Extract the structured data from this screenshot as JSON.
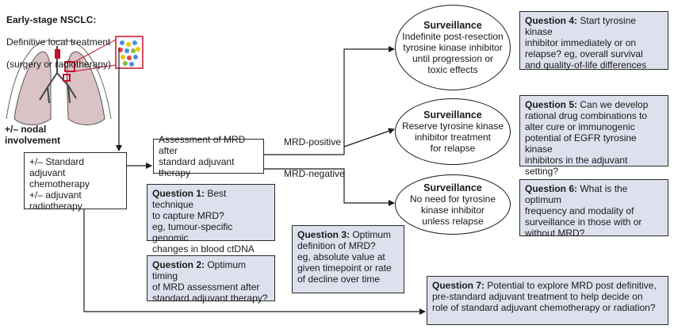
{
  "stage": {
    "title": "Early-stage NSCLC:",
    "line1": "Definitive local treatment",
    "line2": "(surgery or radiotherapy)"
  },
  "nodal": "+/– nodal\ninvolvement",
  "adjuvant_box": "+/– Standard adjuvant\nchemotherapy\n+/– adjuvant\nradiotherapy",
  "assessment_box": "Assessment of MRD after\nstandard adjuvant therapy",
  "mrd_positive": "MRD-positive",
  "mrd_negative": "MRD-negative",
  "surveillance": [
    {
      "title": "Surveillance",
      "body": "Indefinite post-resection\ntyrosine kinase inhibitor\nuntil progression or\ntoxic effects"
    },
    {
      "title": "Surveillance",
      "body": "Reserve tyrosine kinase\ninhibitor treatment\nfor relapse"
    },
    {
      "title": "Surveillance",
      "body": "No need for tyrosine\nkinase inhibitor\nunless relapse"
    }
  ],
  "questions": [
    {
      "label": "Question 1:",
      "text": " Best technique\nto capture MRD?\neg, tumour-specific genomic\nchanges in blood ctDNA"
    },
    {
      "label": "Question 2:",
      "text": " Optimum timing\nof MRD assessment after\nstandard adjuvant therapy?"
    },
    {
      "label": "Question 3:",
      "text": " Optimum\ndefinition of MRD?\neg, absolute value at\ngiven timepoint or rate\nof decline over time"
    },
    {
      "label": "Question 4:",
      "text": " Start tyrosine kinase\ninhibitor immediately or on\nrelapse? eg, overall survival\nand quality-of-life differences"
    },
    {
      "label": "Question 5:",
      "text": " Can we develop\nrational drug combinations to\nalter cure or immunogenic\npotential of EGFR tyrosine kinase\ninhibitors in the adjuvant setting?"
    },
    {
      "label": "Question 6:",
      "text": " What is the optimum\nfrequency and modality of\nsurveillance in those with or\nwithout MRD?"
    },
    {
      "label": "Question 7:",
      "text": " Potential to explore MRD post definitive,\npre-standard adjuvant treatment to help decide on\nrole of standard adjuvant chemotherapy or radiation?"
    }
  ],
  "colors": {
    "question_fill": "#dde1ee",
    "lung_fill": "#d9c3c5",
    "highlight": "#c8102e"
  }
}
